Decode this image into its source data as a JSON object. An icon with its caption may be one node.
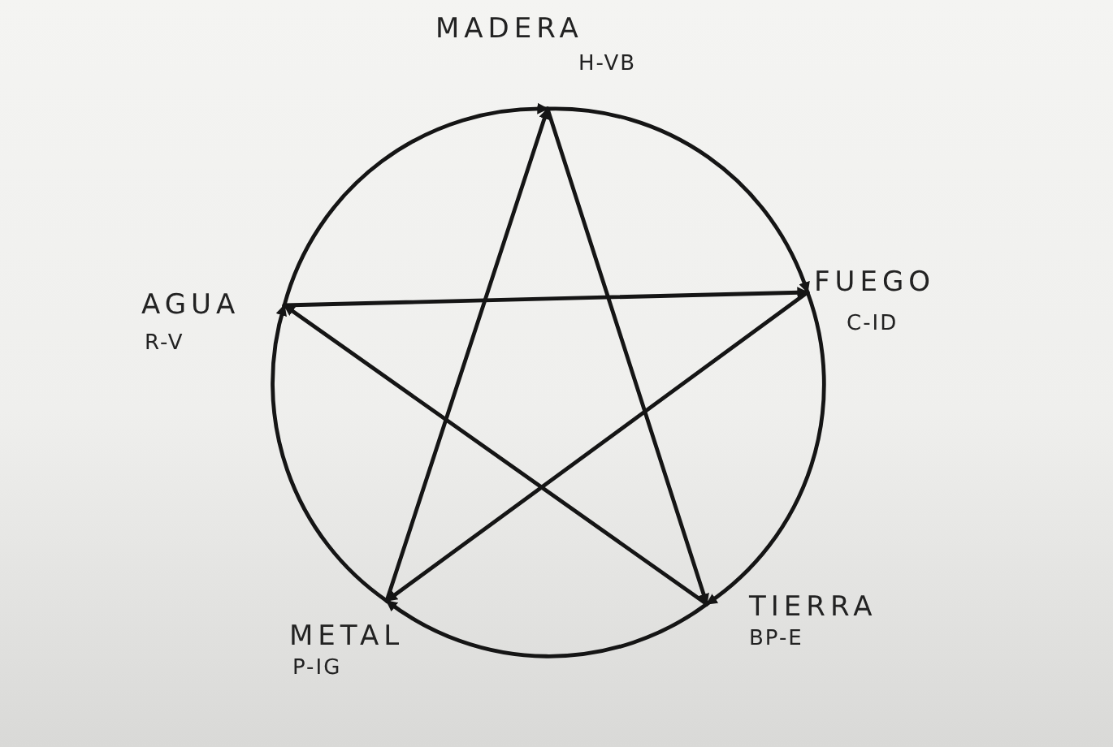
{
  "diagram": {
    "nodes": [
      {
        "text": [
          "MADERA",
          "H-VB"
        ]
      },
      {
        "text": [
          "FUEGO",
          "C-ID"
        ]
      },
      {
        "text": [
          "TIERRA",
          "BP-E"
        ]
      },
      {
        "text": [
          "METAL",
          "P-IG"
        ]
      },
      {
        "text": [
          "AGUA",
          "R-V"
        ]
      }
    ],
    "edges": [
      {
        "from": 4,
        "to": 0,
        "arrow": "to"
      },
      {
        "from": 0,
        "to": 1,
        "arrow": "to"
      },
      {
        "from": 1,
        "to": 2,
        "arrow": "to"
      },
      {
        "from": 2,
        "to": 3,
        "arrow": "to"
      },
      {
        "from": 3,
        "to": 4,
        "arrow": "to"
      },
      {
        "from": 4,
        "to": 1,
        "arrow": "to"
      },
      {
        "from": 3,
        "to": 0,
        "arrow": "to"
      },
      {
        "from": 0,
        "to": 2,
        "arrow": "to"
      },
      {
        "from": 1,
        "to": 3,
        "arrow": "to"
      },
      {
        "from": 2,
        "to": 4,
        "arrow": "to"
      }
    ]
  }
}
